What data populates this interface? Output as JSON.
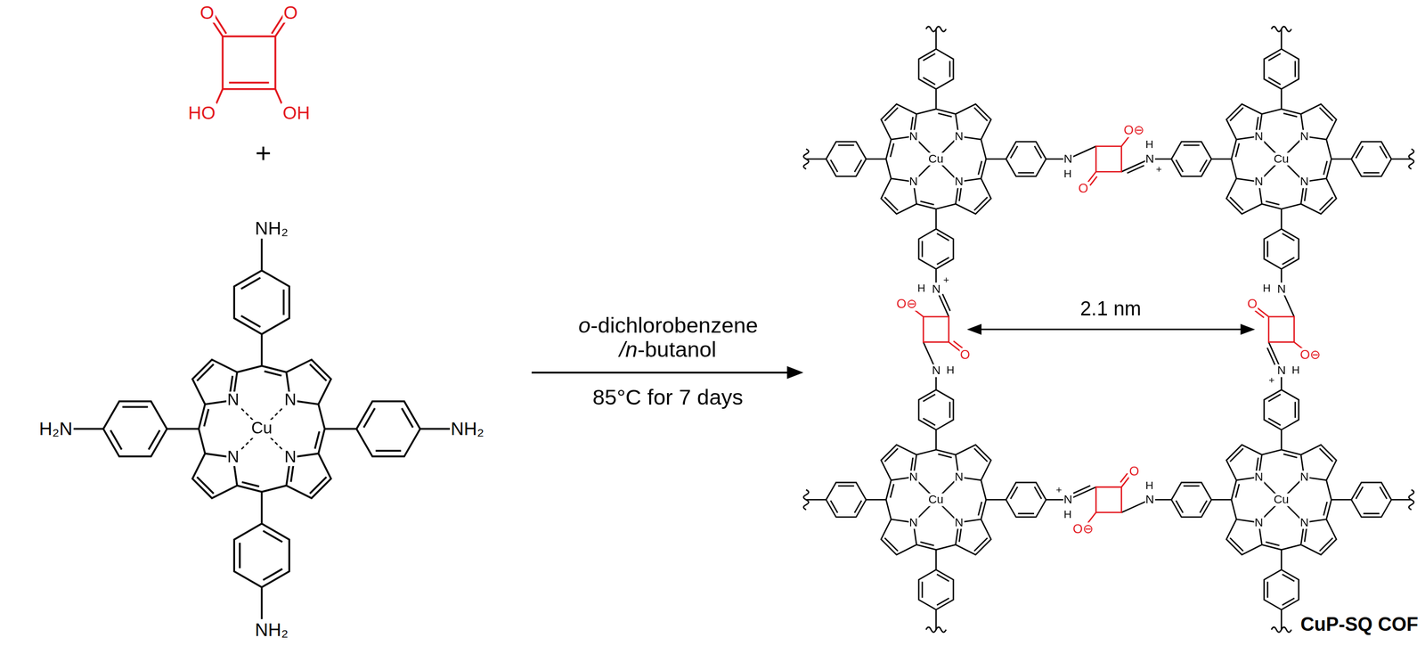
{
  "diagram": {
    "labels": [
      "O",
      "O",
      "HO",
      "OH",
      "+",
      "NH₂",
      "H₂N",
      "N",
      "N",
      "Cu",
      "N",
      "N",
      "NH₂",
      "NH₂",
      "o-dichlorobenzene",
      "/n-butanol",
      "85°C for 7 days",
      "N",
      "N",
      "Cu",
      "N",
      "N",
      "N",
      "H",
      "O⊖",
      "O",
      "N",
      "H",
      "+",
      "N",
      "N",
      "Cu",
      "N",
      "N",
      "N",
      "H",
      "O⊖",
      "O",
      "N",
      "H",
      "+",
      "N",
      "H",
      "O⊖",
      "O",
      "N",
      "H",
      "+",
      "N",
      "N",
      "Cu",
      "N",
      "N",
      "N",
      "H",
      "O⊖",
      "O",
      "N",
      "H",
      "+",
      "N",
      "N",
      "Cu",
      "N",
      "N",
      "2.1 nm",
      "CuP-SQ COF"
    ]
  }
}
